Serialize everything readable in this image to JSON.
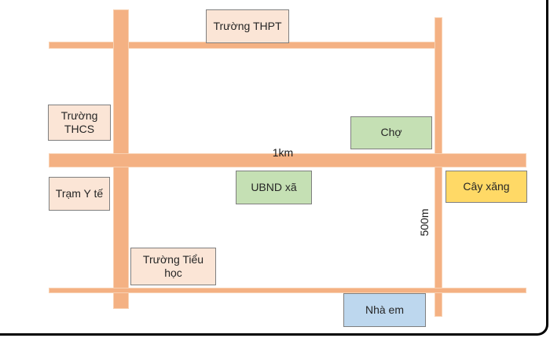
{
  "map": {
    "road_color": "#f4b183",
    "frame_color": "#000000",
    "places": [
      {
        "id": "truong-thpt",
        "label": "Trường THPT",
        "fill": "#fbe5d6",
        "border": "#7f7f7f"
      },
      {
        "id": "truong-thcs",
        "label": "Trường\nTHCS",
        "fill": "#fbe5d6",
        "border": "#7f7f7f"
      },
      {
        "id": "tram-y-te",
        "label": "Trạm Y tế",
        "fill": "#fbe5d6",
        "border": "#7f7f7f"
      },
      {
        "id": "truong-tieu-hoc",
        "label": "Trường Tiểu\nhọc",
        "fill": "#fbe5d6",
        "border": "#7f7f7f"
      },
      {
        "id": "cho",
        "label": "Chợ",
        "fill": "#c5e0b4",
        "border": "#7f7f7f"
      },
      {
        "id": "ubnd-xa",
        "label": "UBND xã",
        "fill": "#c5e0b4",
        "border": "#7f7f7f"
      },
      {
        "id": "cay-xang",
        "label": "Cây xăng",
        "fill": "#ffd966",
        "border": "#7f7f7f"
      },
      {
        "id": "nha-em",
        "label": "Nhà em",
        "fill": "#bdd7ee",
        "border": "#7f7f7f"
      }
    ],
    "distances": [
      {
        "id": "1km",
        "label": "1km",
        "on": "main-horizontal-road"
      },
      {
        "id": "500m",
        "label": "500m",
        "on": "right-vertical-road",
        "rotated": true
      }
    ]
  }
}
